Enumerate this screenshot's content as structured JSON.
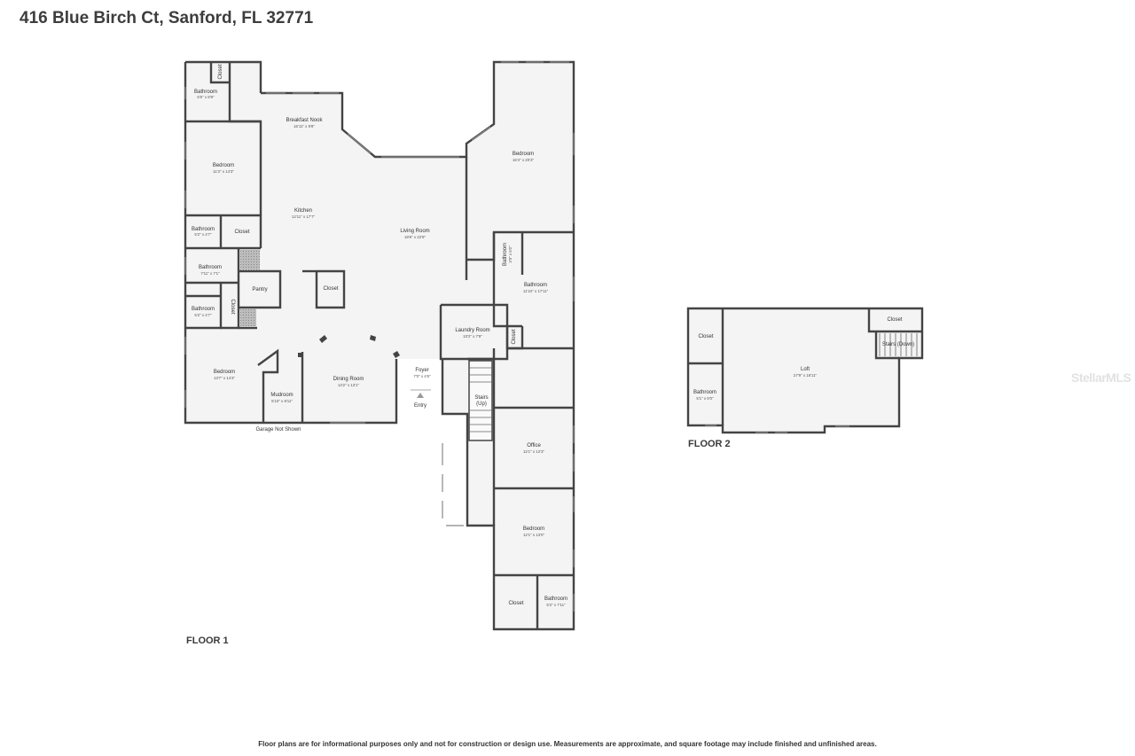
{
  "title": "416 Blue Birch Ct, Sanford, FL 32771",
  "floor1_label": "FLOOR 1",
  "floor2_label": "FLOOR 2",
  "disclaimer": "Floor plans are for informational purposes only and not for construction or design use. Measurements are approximate, and square footage may include finished and unfinished areas.",
  "watermark": "StellarMLS",
  "notes": {
    "garage": "Garage Not Shown",
    "entry": "Entry"
  },
  "floor1_rooms": [
    {
      "name": "Closet",
      "dim": ""
    },
    {
      "name": "Bathroom",
      "dim": "6'5\" x 8'9\""
    },
    {
      "name": "Breakfast Nook",
      "dim": "16'11\" x 9'8\""
    },
    {
      "name": "Bedroom",
      "dim": "11'3\" x 14'3\""
    },
    {
      "name": "Kitchen",
      "dim": "12'11\" x 17'7\""
    },
    {
      "name": "Bathroom",
      "dim": "5'2\" x 4'7\""
    },
    {
      "name": "Closet",
      "dim": ""
    },
    {
      "name": "Bathroom",
      "dim": "7'11\" x 7'1\""
    },
    {
      "name": "Pantry",
      "dim": ""
    },
    {
      "name": "Closet",
      "dim": ""
    },
    {
      "name": "Bathroom",
      "dim": "5'2\" x 4'7\""
    },
    {
      "name": "Closet",
      "dim": ""
    },
    {
      "name": "Bedroom",
      "dim": "13'7\" x 14'3\""
    },
    {
      "name": "Mudroom",
      "dim": "5'10\" x 8'11\""
    },
    {
      "name": "Dining Room",
      "dim": "14'2\" x 13'1\""
    },
    {
      "name": "Living Room",
      "dim": "18'6\" x 22'9\""
    },
    {
      "name": "Bedroom",
      "dim": "16'4\" x 20'3\""
    },
    {
      "name": "Bathroom",
      "dim": "3'9\" x 6'0\""
    },
    {
      "name": "Bathroom",
      "dim": "11'10\" x 17'11\""
    },
    {
      "name": "Laundry Room",
      "dim": "10'2\" x 7'9\""
    },
    {
      "name": "Closet",
      "dim": ""
    },
    {
      "name": "Foyer",
      "dim": "7'0\" x 4'6\""
    },
    {
      "name": "Stairs",
      "dim": "(Up)"
    },
    {
      "name": "Office",
      "dim": "12'1\" x 12'3\""
    },
    {
      "name": "Bedroom",
      "dim": "12'1\" x 13'0\""
    },
    {
      "name": "Closet",
      "dim": ""
    },
    {
      "name": "Bathroom",
      "dim": "5'2\" x 7'11\""
    }
  ],
  "floor2_rooms": [
    {
      "name": "Closet",
      "dim": ""
    },
    {
      "name": "Closet",
      "dim": ""
    },
    {
      "name": "Stairs (Down)",
      "dim": ""
    },
    {
      "name": "Loft",
      "dim": "27'9\" x 18'11\""
    },
    {
      "name": "Bathroom",
      "dim": "5'1\" x 9'0\""
    }
  ]
}
